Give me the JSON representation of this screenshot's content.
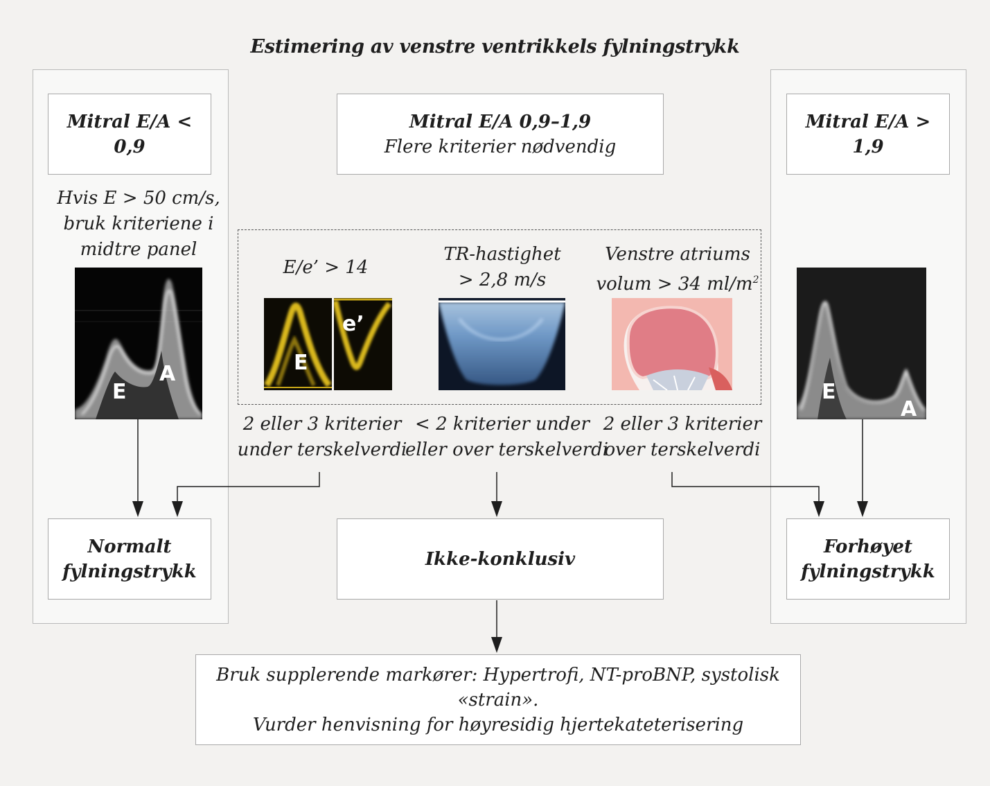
{
  "title": "Estimering av venstre ventrikkels fylningstrykk",
  "left": {
    "header": "Mitral E/A < 0,9",
    "note": [
      "Hvis E > 50 cm/s,",
      "bruk kriteriene i",
      "midtre panel"
    ],
    "image_labels": [
      "E",
      "A"
    ],
    "outcome": [
      "Normalt",
      "fylningstrykk"
    ]
  },
  "middle": {
    "header": [
      "Mitral E/A 0,9–1,9",
      "Flere kriterier nødvendig"
    ],
    "criteria": [
      {
        "label": [
          "E/e’ > 14"
        ],
        "image_labels": [
          "E",
          "e’"
        ]
      },
      {
        "label": [
          "TR-hastighet",
          "> 2,8 m/s"
        ]
      },
      {
        "label": [
          "Venstre atriums",
          "volum > 34 ml/m",
          "2"
        ]
      }
    ],
    "results": [
      [
        "2 eller 3 kriterier",
        "under terskelverdi"
      ],
      [
        "< 2 kriterier under",
        "eller over terskelverdi"
      ],
      [
        "2 eller 3 kriterier",
        "over terskelverdi"
      ]
    ],
    "outcome": "Ikke-konklusiv"
  },
  "right": {
    "header": "Mitral E/A > 1,9",
    "image_labels": [
      "E",
      "A"
    ],
    "outcome": [
      "Forhøyet",
      "fylningstrykk"
    ]
  },
  "bottom": [
    "Bruk supplerende markører: Hypertrofi, NT-proBNP, systolisk «strain».",
    "Vurder henvisning for høyresidig hjertekateterisering"
  ],
  "colors": {
    "background": "#f3f2f0",
    "box_border": "#a8a8a8",
    "arrow": "#1e1e1e",
    "doppler_yellow": "#d9b81c",
    "doppler_blue": "#7aa7d8",
    "atrium_pink": "#e07d86"
  }
}
